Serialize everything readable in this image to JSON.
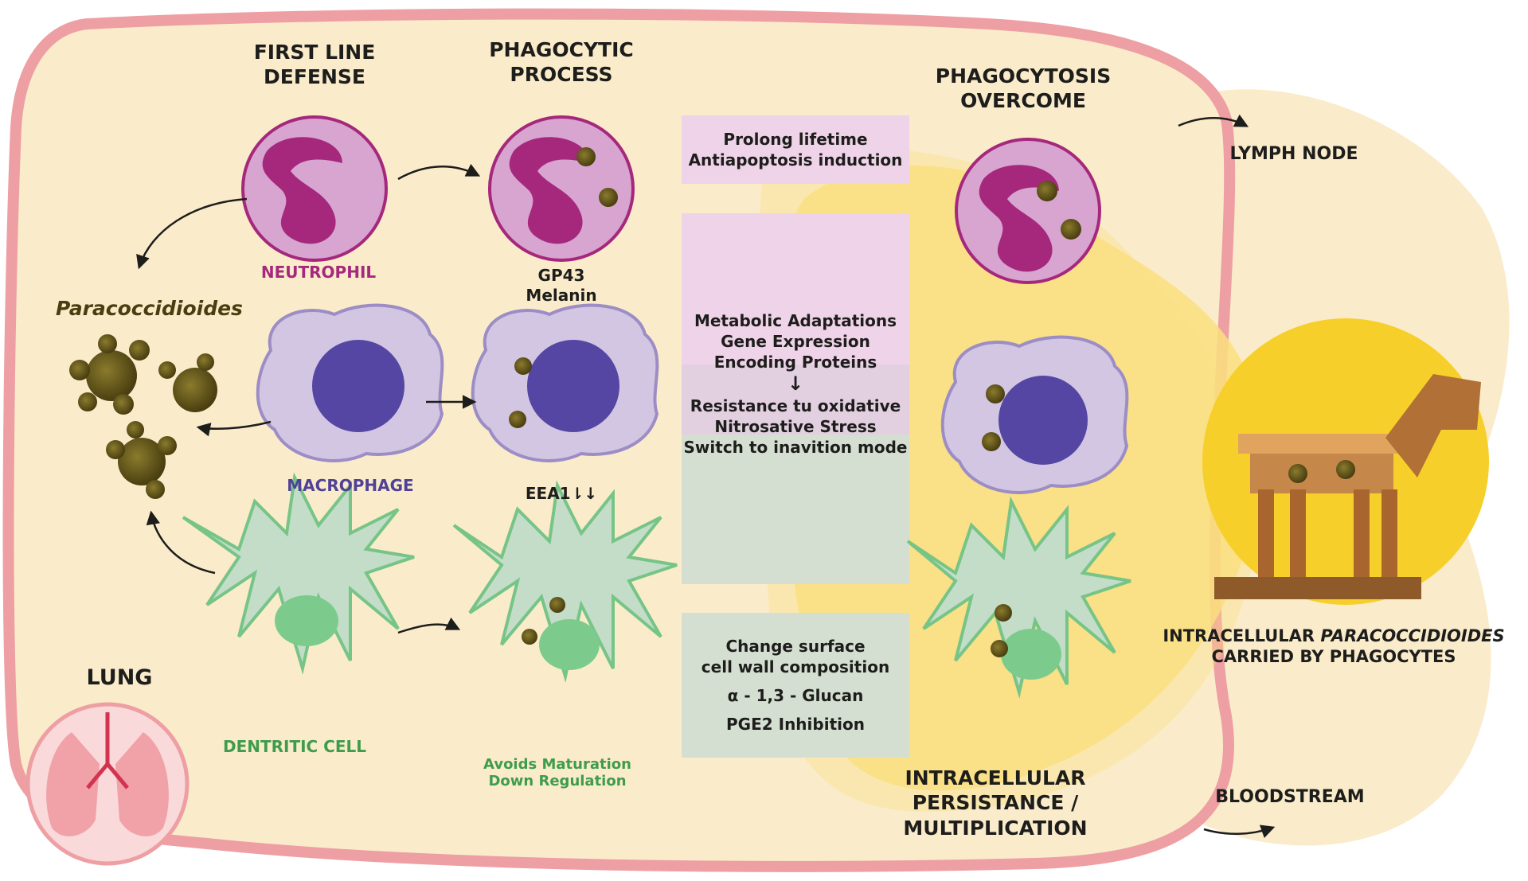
{
  "headers": {
    "first_line_1": "FIRST  LINE",
    "first_line_2": "DEFENSE",
    "phagocytic_1": "PHAGOCYTIC",
    "phagocytic_2": "PROCESS",
    "overcome_1": "PHAGOCYTOSIS",
    "overcome_2": "OVERCOME"
  },
  "labels": {
    "paracoccidioides": "Paracoccidioides",
    "neutrophil": "NEUTROPHIL",
    "macrophage": "MACROPHAGE",
    "dendritic": "DENTRITIC CELL",
    "lung": "LUNG",
    "gp43": "GP43",
    "melanin": "Melanin",
    "eea1": "EEA1⇂↓",
    "avoids_1": "Avoids Maturation",
    "avoids_2": "Down Regulation",
    "lymph": "LYMPH NODE",
    "bloodstream": "BLOODSTREAM",
    "intra_1": "INTRACELLULAR",
    "intra_2": "PERSISTANCE / MULTIPLICATION",
    "carried_1a": "INTRACELLULAR ",
    "carried_1b": "PARACOCCIDIOIDES",
    "carried_2": "CARRIED BY PHAGOCYTES"
  },
  "boxes": {
    "box1": [
      "Prolong lifetime",
      "Antiapoptosis induction"
    ],
    "box2_top": [
      "Metabolic Adaptations",
      "Gene Expression",
      "Encoding Proteins"
    ],
    "box2_arrow": "↓",
    "box2_bottom": [
      "Resistance tu oxidative",
      "Nitrosative Stress",
      "Switch to inavition mode"
    ],
    "box3": [
      "Change surface",
      "cell wall composition"
    ],
    "box3_glucan": "α - 1,3 - Glucan",
    "box3_pge2": "PGE2 Inhibition"
  },
  "colors": {
    "bg": "#faeccb",
    "border": "#ee9fa3",
    "neutrophil": "#a5287c",
    "macrophage": "#4f4296",
    "dendritic": "#3f9c4c",
    "box_pink": "#efd3e8",
    "box_lilac": "#e2cfe0",
    "box_green": "#d5dfd1",
    "yellow": "#f9df7f",
    "trojan_sun": "#f7cf2b"
  }
}
